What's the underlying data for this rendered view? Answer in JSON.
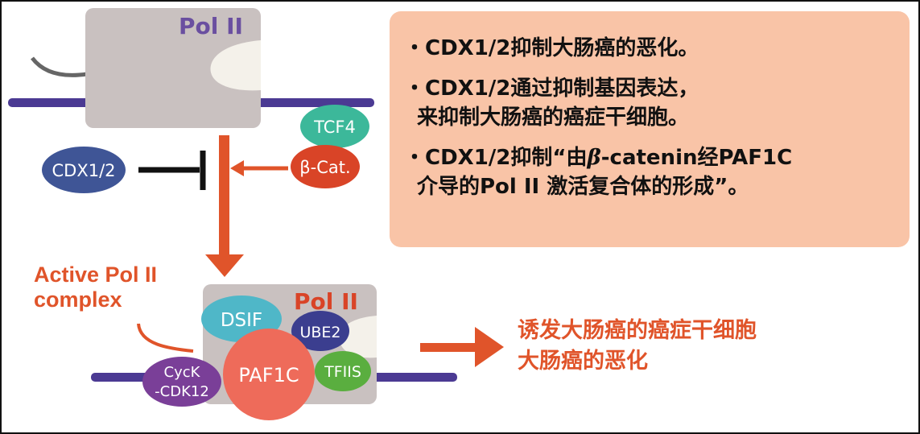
{
  "diagram": {
    "top_complex": {
      "pol2_label": "Pol II"
    },
    "factors": {
      "cdx": "CDX1/2",
      "tcf4": "TCF4",
      "beta_cat": "β-Cat."
    },
    "active_complex": {
      "label_line1": "Active Pol II",
      "label_line2": "complex",
      "pol2_label": "Pol II",
      "dsif": "DSIF",
      "ube2": "UBE2",
      "paf1c": "PAF1C",
      "tfiis": "TFIIS",
      "cyck_line1": "CycK",
      "cyck_line2": "-CDK12"
    },
    "effects": {
      "line1": "诱发大肠癌的癌症干细胞",
      "line2": "大肠癌的恶化"
    }
  },
  "summary": {
    "bullet1": "CDX1/2抑制大肠癌的恶化。",
    "bullet2_line1": "CDX1/2通过抑制基因表达，",
    "bullet2_line2": "来抑制大肠癌的癌症干细胞。",
    "bullet3_line1_a": "CDX1/2抑制“由",
    "bullet3_beta": "β",
    "bullet3_line1_b": "-catenin经PAF1C",
    "bullet3_line2": "介导的Pol II 激活复合体的形成”。",
    "bullet_marker": "・"
  },
  "colors": {
    "dna": "#4b3a93",
    "pol2_body": "#c9c1c0",
    "pol2_text": "#6a4fa0",
    "arrow": "#e0542a",
    "cdx": "#3f5596",
    "tcf4": "#3cb89a",
    "beta_cat": "#d94427",
    "dsif": "#4fb7c8",
    "ube2": "#3b3e8f",
    "paf1c": "#ee6b5a",
    "tfiis": "#5aae3f",
    "cyck": "#7a3f98",
    "summary_bg": "#f9c4a7"
  }
}
